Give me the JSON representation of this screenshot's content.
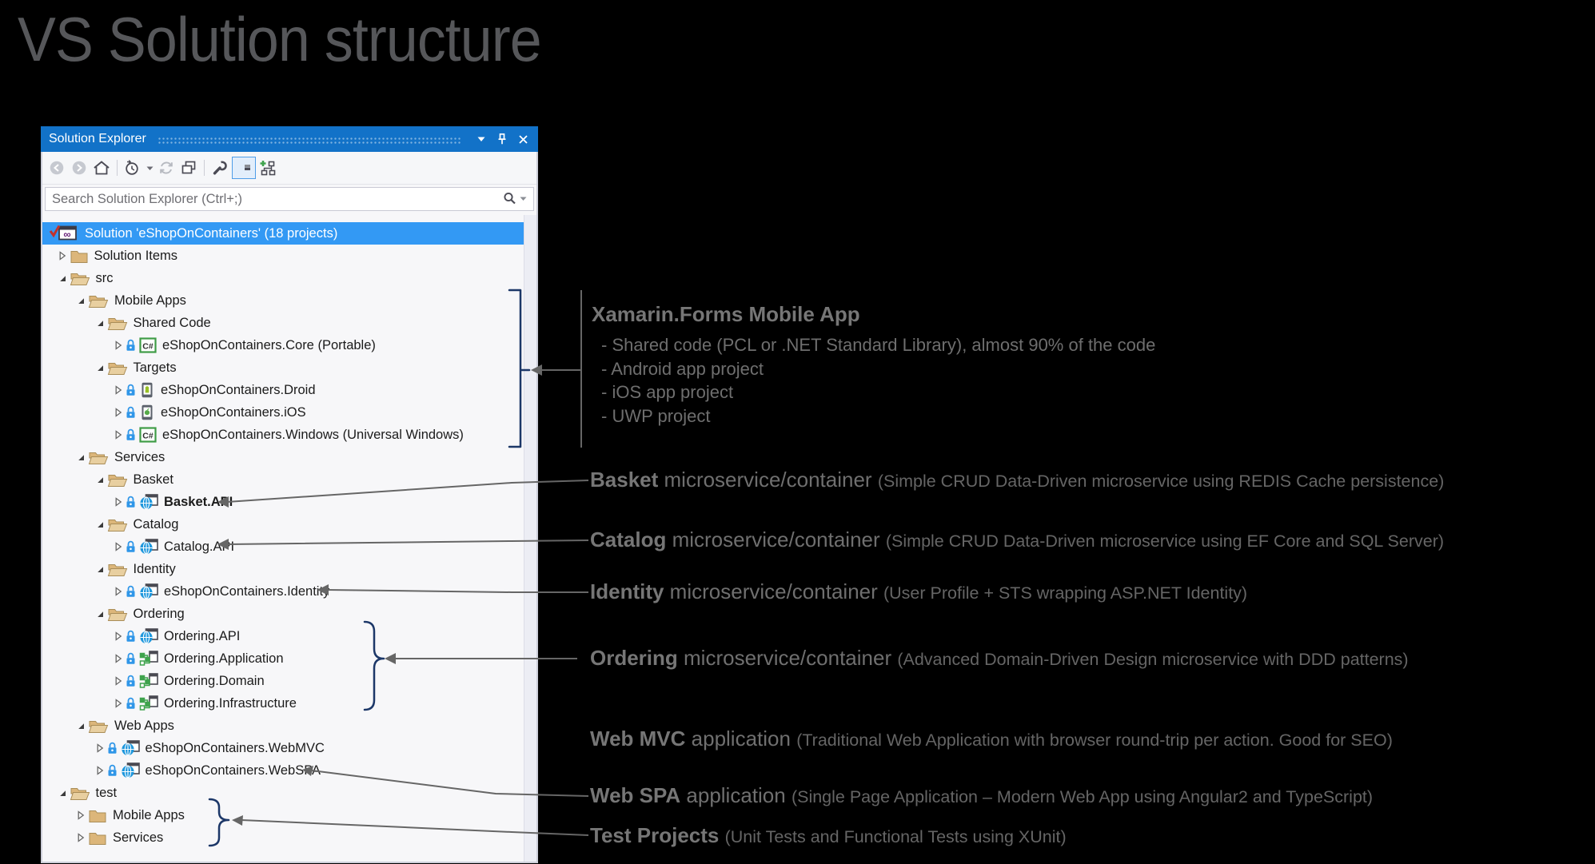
{
  "page": {
    "title": "VS Solution structure"
  },
  "colors": {
    "titlebar_blue": "#1272c8",
    "selection_blue": "#3399f4",
    "folder_tan": "#dcb67a",
    "connector_navy": "#1c3768",
    "connector_gray": "#666666",
    "annotation_gray": "#767676"
  },
  "panel": {
    "title": "Solution Explorer",
    "window_icons": [
      "chevron-down-icon",
      "pin-icon",
      "close-icon"
    ],
    "toolbar_icons": [
      "back-button",
      "forward-button",
      "home-button",
      "history-button",
      "refresh-button",
      "collapse-all-button",
      "properties-wrench-button",
      "show-all-files-button",
      "sync-with-active-document-button"
    ],
    "search": {
      "placeholder": "Search Solution Explorer (Ctrl+;)"
    }
  },
  "tree": {
    "rows": [
      {
        "label": "Solution 'eShopOnContainers' (18 projects)",
        "level": 0,
        "icon": "solution",
        "selected": true
      },
      {
        "label": "Solution Items",
        "level": 1,
        "exp": "collapsed",
        "icon": "folder-closed"
      },
      {
        "label": "src",
        "level": 1,
        "exp": "expanded",
        "icon": "folder-open"
      },
      {
        "label": "Mobile Apps",
        "level": 2,
        "exp": "expanded",
        "icon": "folder-open"
      },
      {
        "label": "Shared Code",
        "level": 3,
        "exp": "expanded",
        "icon": "folder-open"
      },
      {
        "label": "eShopOnContainers.Core (Portable)",
        "level": 4,
        "exp": "collapsed",
        "lock": true,
        "icon": "csharp"
      },
      {
        "label": "Targets",
        "level": 3,
        "exp": "expanded",
        "icon": "folder-open"
      },
      {
        "label": "eShopOnContainers.Droid",
        "level": 4,
        "exp": "collapsed",
        "lock": true,
        "icon": "droid"
      },
      {
        "label": "eShopOnContainers.iOS",
        "level": 4,
        "exp": "collapsed",
        "lock": true,
        "icon": "ios"
      },
      {
        "label": "eShopOnContainers.Windows (Universal Windows)",
        "level": 4,
        "exp": "collapsed",
        "lock": true,
        "icon": "csharp"
      },
      {
        "label": "Services",
        "level": 2,
        "exp": "expanded",
        "icon": "folder-open"
      },
      {
        "label": "Basket",
        "level": 3,
        "exp": "expanded",
        "icon": "folder-open"
      },
      {
        "label": "Basket.API",
        "level": 4,
        "exp": "collapsed",
        "lock": true,
        "icon": "web",
        "bold": true
      },
      {
        "label": "Catalog",
        "level": 3,
        "exp": "expanded",
        "icon": "folder-open"
      },
      {
        "label": "Catalog.API",
        "level": 4,
        "exp": "collapsed",
        "lock": true,
        "icon": "web"
      },
      {
        "label": "Identity",
        "level": 3,
        "exp": "expanded",
        "icon": "folder-open"
      },
      {
        "label": "eShopOnContainers.Identity",
        "level": 4,
        "exp": "collapsed",
        "lock": true,
        "icon": "web"
      },
      {
        "label": "Ordering",
        "level": 3,
        "exp": "expanded",
        "icon": "folder-open"
      },
      {
        "label": "Ordering.API",
        "level": 4,
        "exp": "collapsed",
        "lock": true,
        "icon": "web"
      },
      {
        "label": "Ordering.Application",
        "level": 4,
        "exp": "collapsed",
        "lock": true,
        "icon": "lib"
      },
      {
        "label": "Ordering.Domain",
        "level": 4,
        "exp": "collapsed",
        "lock": true,
        "icon": "lib"
      },
      {
        "label": "Ordering.Infrastructure",
        "level": 4,
        "exp": "collapsed",
        "lock": true,
        "icon": "lib"
      },
      {
        "label": "Web Apps",
        "level": 2,
        "exp": "expanded",
        "icon": "folder-open"
      },
      {
        "label": "eShopOnContainers.WebMVC",
        "level": 3,
        "exp": "collapsed",
        "lock": true,
        "icon": "web"
      },
      {
        "label": "eShopOnContainers.WebSPA",
        "level": 3,
        "exp": "collapsed",
        "lock": true,
        "icon": "web"
      },
      {
        "label": "test",
        "level": 1,
        "exp": "expanded",
        "icon": "folder-open"
      },
      {
        "label": "Mobile Apps",
        "level": 2,
        "exp": "collapsed",
        "icon": "folder-closed"
      },
      {
        "label": "Services",
        "level": 2,
        "exp": "collapsed",
        "icon": "folder-closed"
      }
    ]
  },
  "annotations": {
    "xamarin": {
      "title": "Xamarin.Forms Mobile App",
      "bullets": [
        "- Shared code (PCL or .NET Standard Library), almost 90% of the code",
        "- Android app project",
        "- iOS app project",
        "- UWP project"
      ]
    },
    "callouts": [
      {
        "bold": "Basket",
        "normal": " microservice/container ",
        "detail": "(Simple CRUD Data-Driven microservice using REDIS Cache persistence)"
      },
      {
        "bold": "Catalog",
        "normal": " microservice/container ",
        "detail": "(Simple CRUD Data-Driven microservice using EF Core and SQL Server)"
      },
      {
        "bold": "Identity",
        "normal": " microservice/container ",
        "detail": "(User Profile + STS wrapping ASP.NET Identity)"
      },
      {
        "bold": "Ordering",
        "normal": " microservice/container ",
        "detail": "(Advanced Domain-Driven Design microservice with DDD patterns)"
      },
      {
        "bold": "Web MVC",
        "normal": " application ",
        "detail": "(Traditional Web Application with browser round-trip per action. Good for SEO)"
      },
      {
        "bold": "Web SPA",
        "normal": " application ",
        "detail": "(Single Page Application – Modern Web App using Angular2 and TypeScript)"
      },
      {
        "bold": "Test Projects",
        "normal": " ",
        "detail": "(Unit Tests and Functional Tests using XUnit)"
      }
    ]
  }
}
